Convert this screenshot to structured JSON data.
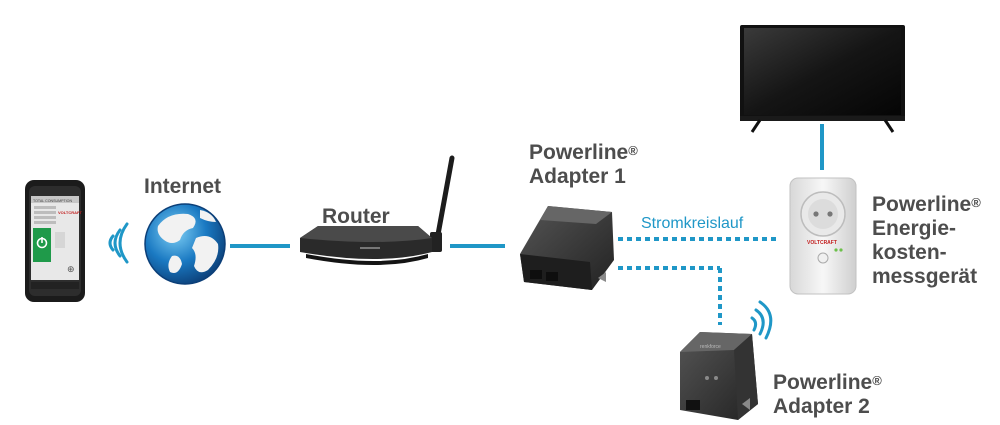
{
  "labels": {
    "internet": "Internet",
    "router": "Router",
    "adapter1_line1": "Powerline",
    "adapter1_line2": "Adapter 1",
    "meter_line1": "Powerline",
    "meter_line2": "Energie-",
    "meter_line3": "kosten-",
    "meter_line4": "messgerät",
    "adapter2_line1": "Powerline",
    "adapter2_line2": "Adapter 2",
    "circuit": "Stromkreislauf",
    "registered": "®"
  },
  "device_text": {
    "brand": "VOLTCRAFT",
    "phone_header": "TOTAL CONSUMPTION",
    "adapter2_brand": "renkforce"
  },
  "colors": {
    "link": "#1f97c7",
    "label": "#4d4d4d",
    "device_dark": "#2b2b2b",
    "device_light": "#eeeeee"
  }
}
